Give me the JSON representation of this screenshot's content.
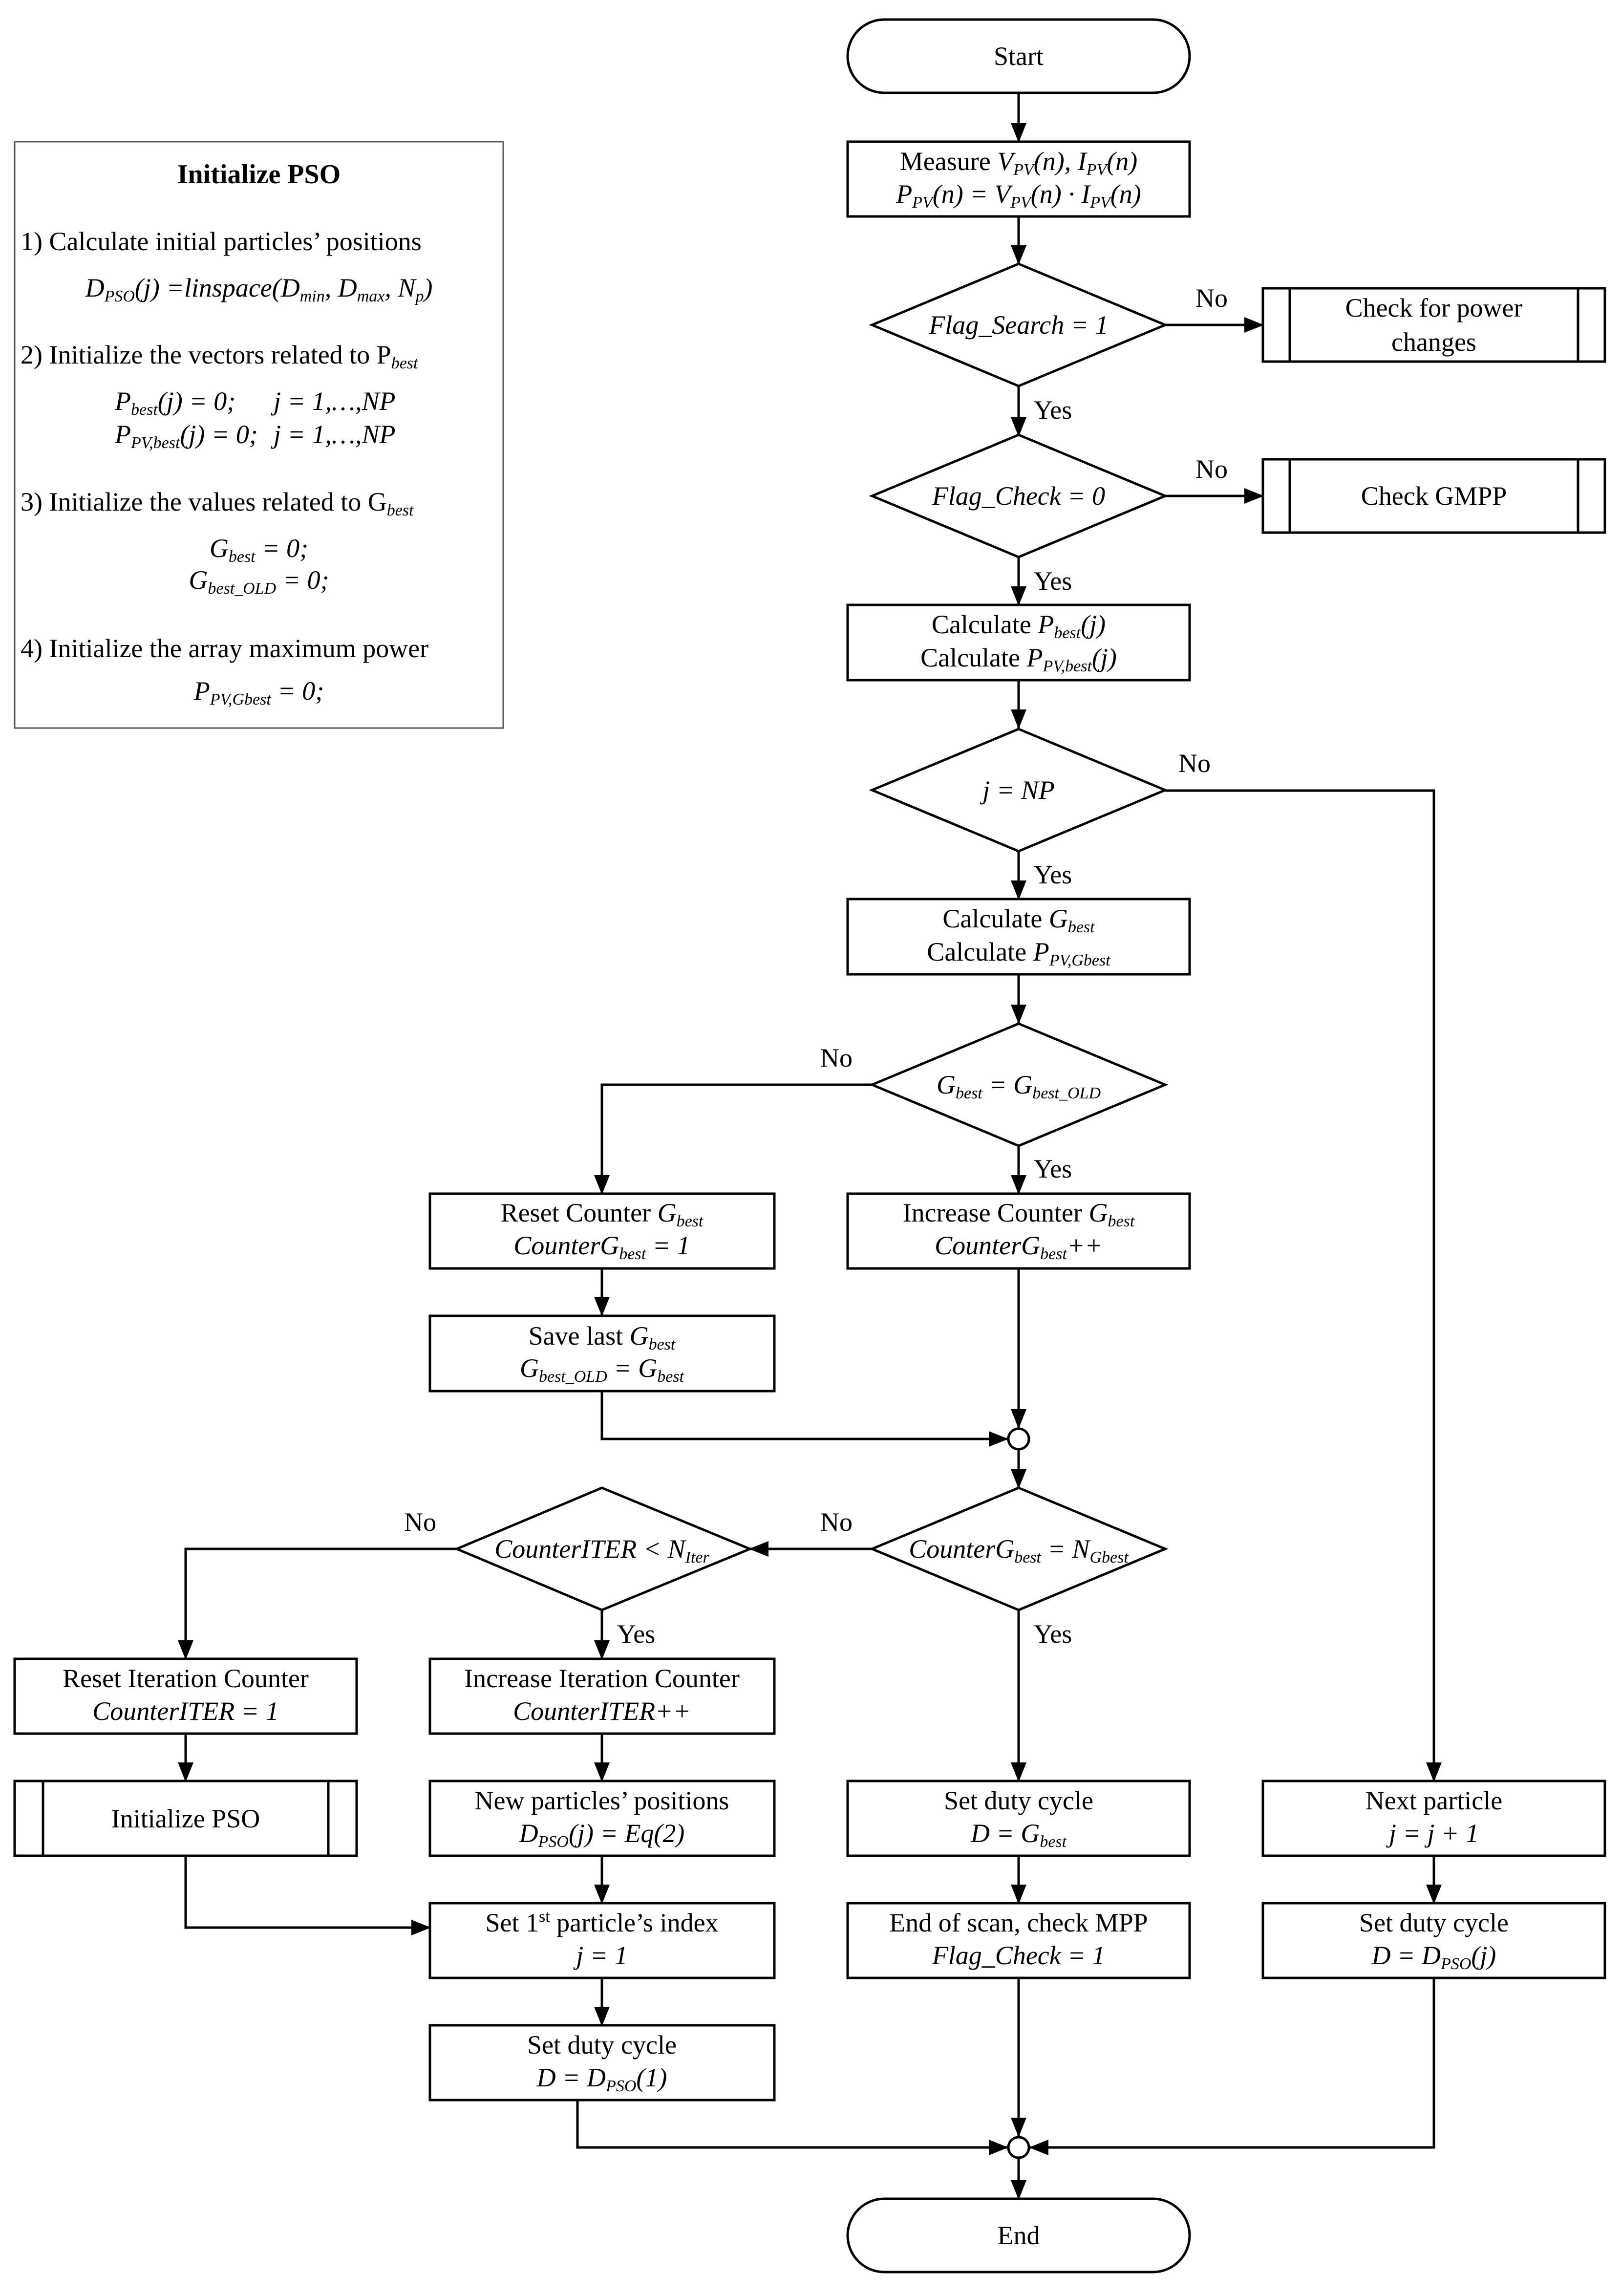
{
  "init_panel": {
    "title": "Initialize PSO",
    "step1": "1) Calculate initial particles’ positions",
    "eq1": {
      "a": "D",
      "a_sub": "PSO",
      "b": "(j) =linspace(D",
      "b_sub": "min",
      "c": ", D",
      "c_sub": "max",
      "d": ", N",
      "d_sub": "p",
      "e": ")"
    },
    "step2": {
      "text": "2) Initialize the vectors related to P",
      "sub": "best"
    },
    "eq2a": {
      "a": "P",
      "a_sub": "best",
      "b": "(j) = 0;",
      "c": "j = 1,…,NP"
    },
    "eq2b": {
      "a": "P",
      "a_sub": "PV,best",
      "b": "(j) = 0;",
      "c": "j = 1,…,NP"
    },
    "step3": {
      "text": "3) Initialize the values related to G",
      "sub": "best"
    },
    "eq3a": {
      "a": "G",
      "a_sub": "best",
      "b": " = 0;"
    },
    "eq3b": {
      "a": "G",
      "a_sub": "best_OLD",
      "b": " = 0;"
    },
    "step4": "4) Initialize the array maximum power",
    "eq4": {
      "a": "P",
      "a_sub": "PV,Gbest",
      "b": " = 0;"
    }
  },
  "nodes": {
    "start": "Start",
    "measure": {
      "l1a": "Measure ",
      "l1b": "V",
      "l1b_sub": "PV",
      "l1c": "(n), ",
      "l1d": "I",
      "l1d_sub": "PV",
      "l1e": "(n)",
      "l2a": "P",
      "l2a_sub": "PV",
      "l2b": "(n) = ",
      "l2c": "V",
      "l2c_sub": "PV",
      "l2d": "(n) · ",
      "l2e": "I",
      "l2e_sub": "PV",
      "l2f": "(n)"
    },
    "flag_search": "Flag_Search = 1",
    "check_power": {
      "l1": "Check for power",
      "l2": "changes"
    },
    "flag_check": "Flag_Check = 0",
    "check_gmpp": "Check GMPP",
    "calc_pbest": {
      "l1a": "Calculate ",
      "l1b": "P",
      "l1b_sub": "best",
      "l1c": "(j)",
      "l2a": "Calculate ",
      "l2b": "P",
      "l2b_sub": "PV,best",
      "l2c": "(j)"
    },
    "j_np": "j = NP",
    "calc_gbest": {
      "l1a": "Calculate ",
      "l1b": "G",
      "l1b_sub": "best",
      "l2a": "Calculate ",
      "l2b": "P",
      "l2b_sub": "PV,Gbest"
    },
    "gbest_eq": {
      "a": "G",
      "a_sub": "best",
      "b": " = ",
      "c": "G",
      "c_sub": "best_OLD"
    },
    "reset_counter": {
      "l1a": "Reset Counter ",
      "l1b": "G",
      "l1b_sub": "best",
      "l2a": "CounterG",
      "l2a_sub": "best",
      "l2b": " = 1"
    },
    "increase_counter": {
      "l1a": "Increase Counter ",
      "l1b": "G",
      "l1b_sub": "best",
      "l2a": "CounterG",
      "l2a_sub": "best",
      "l2b": "++"
    },
    "save_last": {
      "l1a": "Save last ",
      "l1b": "G",
      "l1b_sub": "best",
      "l2a": "G",
      "l2a_sub": "best_OLD",
      "l2b": " = ",
      "l2c": "G",
      "l2c_sub": "best"
    },
    "counter_gbest": {
      "a": "CounterG",
      "a_sub": "best",
      "b": " = N",
      "b_sub": "Gbest"
    },
    "counter_iter": {
      "a": "CounterITER < N",
      "a_sub": "Iter"
    },
    "reset_iter": {
      "l1": "Reset Iteration Counter",
      "l2": "CounterITER = 1"
    },
    "increase_iter": {
      "l1": "Increase Iteration Counter",
      "l2": "CounterITER++"
    },
    "init_pso": "Initialize PSO",
    "new_positions": {
      "l1": "New particles’ positions",
      "l2a": "D",
      "l2a_sub": "PSO",
      "l2b": "(j) = Eq(2)"
    },
    "set_first": {
      "l1a": "Set 1",
      "l1_sup": "st",
      "l1b": " particle’s index",
      "l2": "j = 1"
    },
    "set_duty_pso1": {
      "l1": "Set duty cycle",
      "l2a": "D = D",
      "l2a_sub": "PSO",
      "l2b": "(1)"
    },
    "set_duty_gbest": {
      "l1": "Set duty cycle",
      "l2a": "D = G",
      "l2a_sub": "best"
    },
    "end_scan": {
      "l1": "End of scan, check MPP",
      "l2": "Flag_Check = 1"
    },
    "next_particle": {
      "l1": "Next particle",
      "l2": "j = j + 1"
    },
    "set_duty_psoj": {
      "l1": "Set duty cycle",
      "l2a": "D = D",
      "l2a_sub": "PSO",
      "l2b": "(j)"
    },
    "end": "End"
  },
  "edge_labels": {
    "no": "No",
    "yes": "Yes"
  }
}
